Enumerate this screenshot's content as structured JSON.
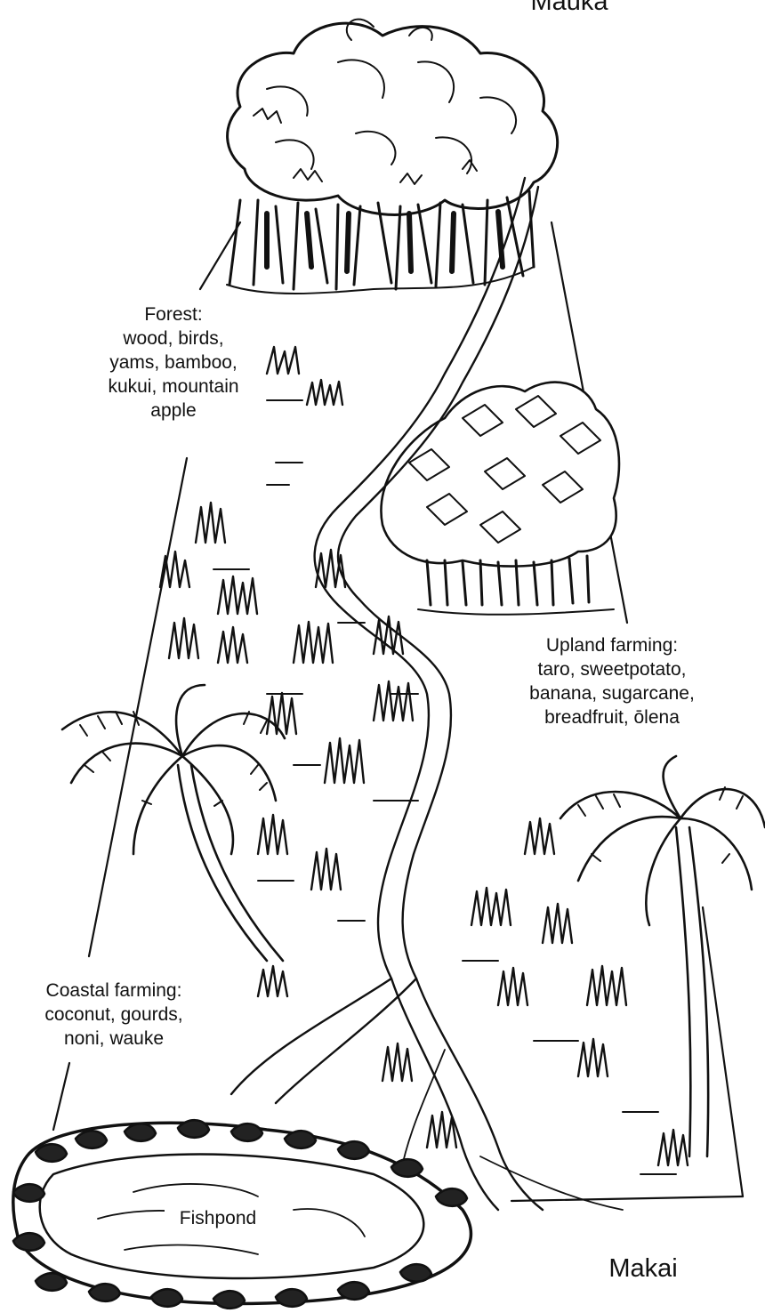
{
  "top_label": "Mauka",
  "bottom_label": "Makai",
  "zones": {
    "forest": {
      "lines": [
        "Forest:",
        "wood, birds,",
        "yams, bamboo,",
        "kukui, mountain",
        "apple"
      ]
    },
    "upland": {
      "lines": [
        "Upland farming:",
        "taro, sweetpotato,",
        "banana, sugarcane,",
        "breadfruit, ōlena"
      ]
    },
    "coastal": {
      "lines": [
        "Coastal farming:",
        "coconut, gourds,",
        "noni, wauke"
      ]
    },
    "fishpond": {
      "label": "Fishpond"
    }
  },
  "colors": {
    "ink": "#111111",
    "paper": "#ffffff"
  }
}
